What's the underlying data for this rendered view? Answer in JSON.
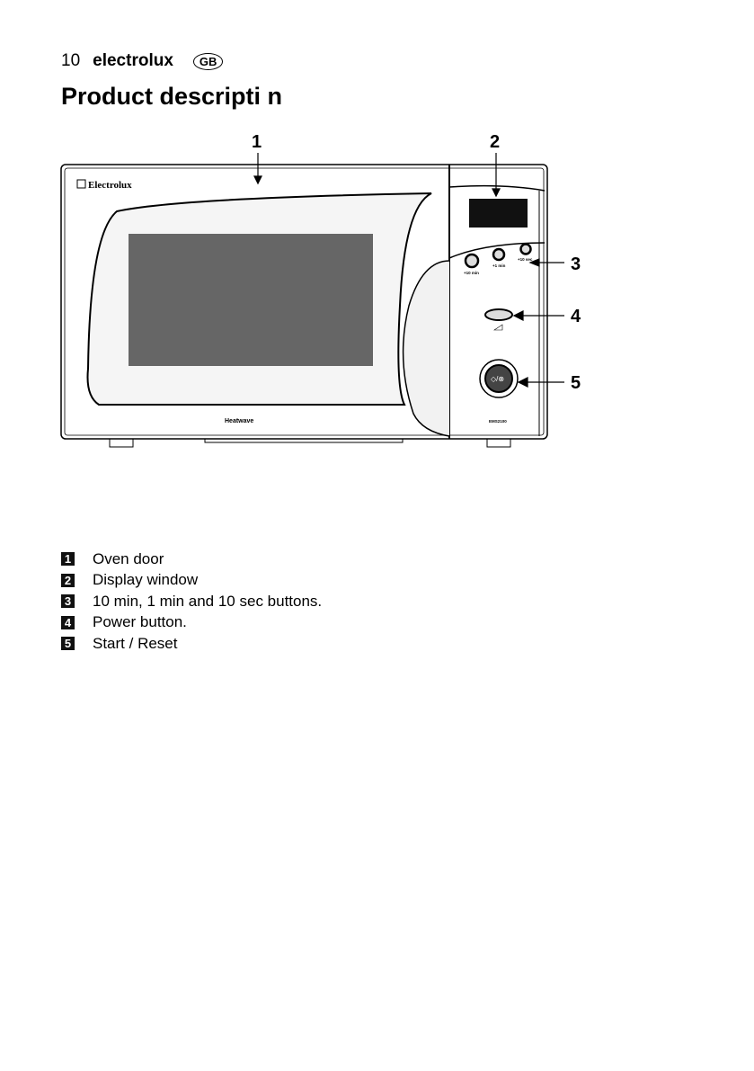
{
  "header": {
    "page_number": "10",
    "brand": "electrolux",
    "country": "GB"
  },
  "title": "Product descripti  n",
  "figure": {
    "callouts": [
      "1",
      "2",
      "3",
      "4",
      "5"
    ],
    "logo": "Electrolux",
    "model_name": "Heatwave",
    "model_code": "EMS2100",
    "button_labels": [
      "+10 min",
      "+1 min",
      "+10 sec"
    ]
  },
  "legend": [
    {
      "num": "1",
      "text": "Oven door"
    },
    {
      "num": "2",
      "text": "Display window"
    },
    {
      "num": "3",
      "text": "10 min, 1 min and 10 sec buttons."
    },
    {
      "num": "4",
      "text": "Power button."
    },
    {
      "num": "5",
      "text": "Start / Reset"
    }
  ]
}
